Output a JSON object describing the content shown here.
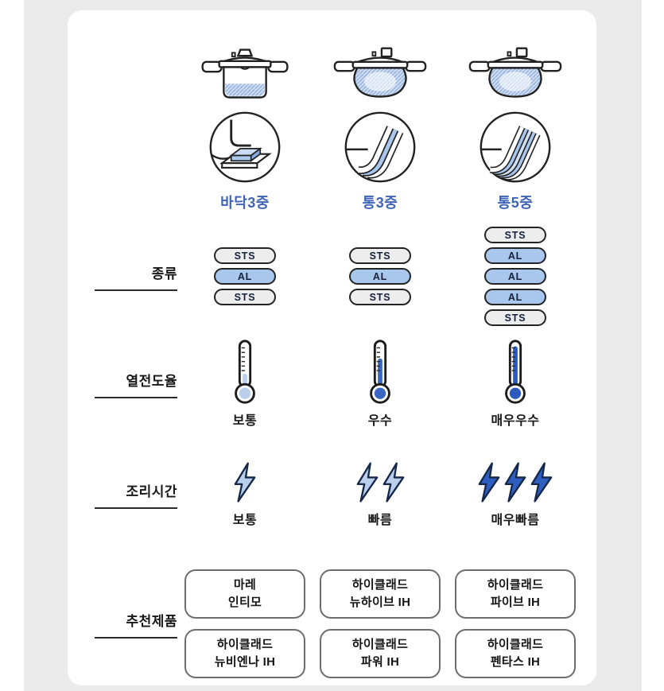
{
  "colors": {
    "accent_blue_text": "#3f63b5",
    "layer_al_fill": "#a9c6ec",
    "layer_sts_fill": "#ededed",
    "hatch_fill": "#cdddf2",
    "thermo_light": "#b9cfec",
    "thermo_medium": "#3a66c4",
    "thermo_dark": "#2e59bd",
    "bolt_light": "#b9cfec",
    "bolt_dark": "#2e5fc0",
    "band_gray": "#ebebeb"
  },
  "rows": {
    "type_label": "종류",
    "conductivity_label": "열전도율",
    "cooktime_label": "조리시간",
    "products_label": "추천제품"
  },
  "columns": [
    {
      "name": "바닥3중",
      "layers": [
        "STS",
        "AL",
        "STS"
      ],
      "conductivity": "보통",
      "thermo_level": 1,
      "cooktime": "보통",
      "bolts": 1,
      "products": [
        [
          "마레",
          "인티모"
        ],
        [
          "하이클래드",
          "뉴비엔나 IH"
        ]
      ]
    },
    {
      "name": "통3중",
      "layers": [
        "STS",
        "AL",
        "STS"
      ],
      "conductivity": "우수",
      "thermo_level": 2,
      "cooktime": "빠름",
      "bolts": 2,
      "products": [
        [
          "하이클래드",
          "뉴하이브 IH"
        ],
        [
          "하이클래드",
          "파워 IH"
        ]
      ]
    },
    {
      "name": "통5중",
      "layers": [
        "STS",
        "AL",
        "AL",
        "AL",
        "STS"
      ],
      "conductivity": "매우우수",
      "thermo_level": 3,
      "cooktime": "매우빠름",
      "bolts": 3,
      "products": [
        [
          "하이클래드",
          "파이브 IH"
        ],
        [
          "하이클래드",
          "펜타스 IH"
        ]
      ]
    }
  ]
}
